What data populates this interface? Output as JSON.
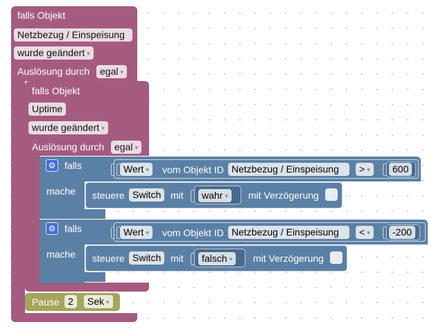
{
  "outer_trigger": {
    "title": "falls Objekt",
    "object": "Netzbezug / Einspeisung",
    "event": "wurde geändert",
    "trigger_label": "Auslösung durch",
    "trigger_value": "egal"
  },
  "inner_trigger": {
    "title": "falls Objekt",
    "object": "Uptime",
    "event": "wurde geändert",
    "trigger_label": "Auslösung durch",
    "trigger_value": "egal"
  },
  "if_blocks": [
    {
      "falls": "falls",
      "mache": "mache",
      "value_select": "Wert",
      "object_label": "vom Objekt ID",
      "object": "Netzbezug / Einspeisung",
      "operator": ">",
      "number": "600",
      "action": {
        "steuere": "steuere",
        "target": "Switch",
        "mit": "mit",
        "value": "wahr",
        "delay_label": "mit Verzögerung"
      }
    },
    {
      "falls": "falls",
      "mache": "mache",
      "value_select": "Wert",
      "object_label": "vom Objekt ID",
      "object": "Netzbezug / Einspeisung",
      "operator": "<",
      "number": "-200",
      "action": {
        "steuere": "steuere",
        "target": "Switch",
        "mit": "mit",
        "value": "falsch",
        "delay_label": "mit Verzögerung"
      }
    }
  ],
  "pause": {
    "label": "Pause",
    "value": "2",
    "unit": "Sek"
  },
  "colors": {
    "trigger": "#a55b80",
    "logic": "#5b80a5",
    "timer": "#a5a55b"
  }
}
